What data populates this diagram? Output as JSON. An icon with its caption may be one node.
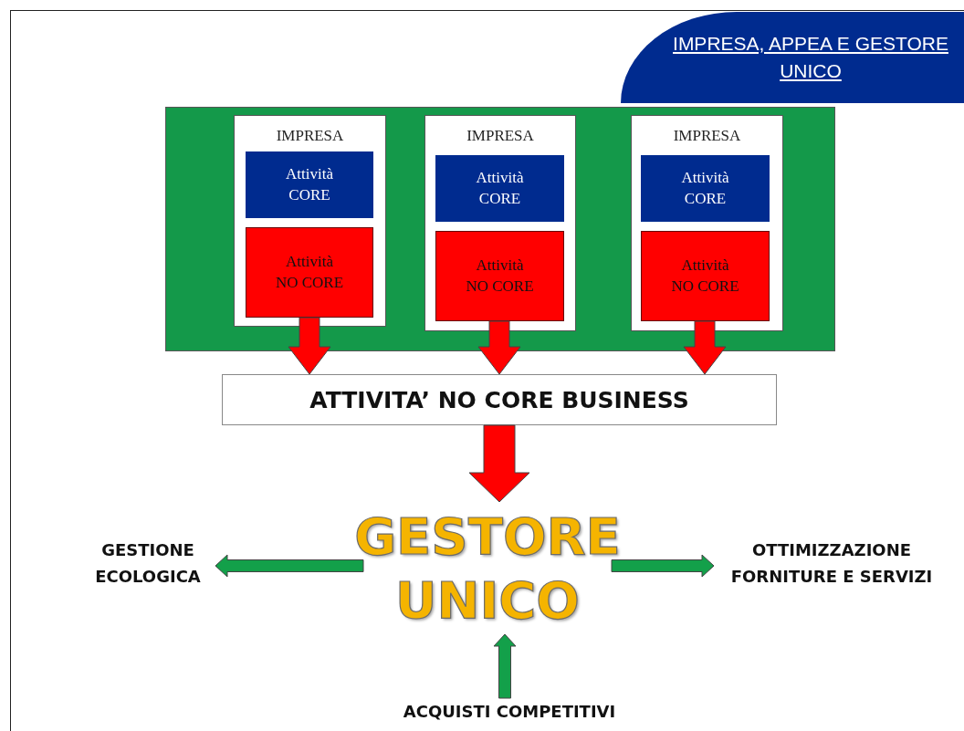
{
  "diagram": {
    "nodes": [
      {
        "text": [
          "IMPRESA, APPEA E GESTORE UNICO"
        ]
      },
      {
        "text": [],
        "shape": "box"
      },
      {
        "text": [
          "IMPRESA"
        ],
        "in": 1
      },
      {
        "text": [
          "Attività CORE"
        ],
        "in": 2
      },
      {
        "text": [
          "Attività NO CORE"
        ],
        "in": 2
      },
      {
        "text": [
          "IMPRESA"
        ],
        "in": 1
      },
      {
        "text": [
          "Attività CORE"
        ],
        "in": 5
      },
      {
        "text": [
          "Attività NO CORE"
        ],
        "in": 5
      },
      {
        "text": [
          "IMPRESA"
        ],
        "in": 1
      },
      {
        "text": [
          "Attività CORE"
        ],
        "in": 8
      },
      {
        "text": [
          "Attività NO CORE"
        ],
        "in": 8
      },
      {
        "text": [
          "ATTIVITA’ NO CORE BUSINESS"
        ]
      },
      {
        "text": [
          "GESTORE UNICO"
        ]
      },
      {
        "text": [
          "GESTIONE ECOLOGICA"
        ]
      },
      {
        "text": [
          "OTTIMIZZAZIONE FORNITURE E SERVIZI"
        ]
      },
      {
        "text": [
          "ACQUISTI COMPETITIVI"
        ]
      }
    ],
    "edges": [
      {
        "from": 4,
        "to": 11,
        "arrow": "to"
      },
      {
        "from": 7,
        "to": 11,
        "arrow": "to"
      },
      {
        "from": 10,
        "to": 11,
        "arrow": "to"
      },
      {
        "from": 11,
        "to": 12,
        "arrow": "to"
      },
      {
        "from": 12,
        "to": 13,
        "arrow": "to",
        "color": "#13a04a"
      },
      {
        "from": 12,
        "to": 14,
        "arrow": "to",
        "color": "#13a04a"
      },
      {
        "from": 15,
        "to": 12,
        "arrow": "to",
        "color": "#13a04a"
      }
    ]
  }
}
